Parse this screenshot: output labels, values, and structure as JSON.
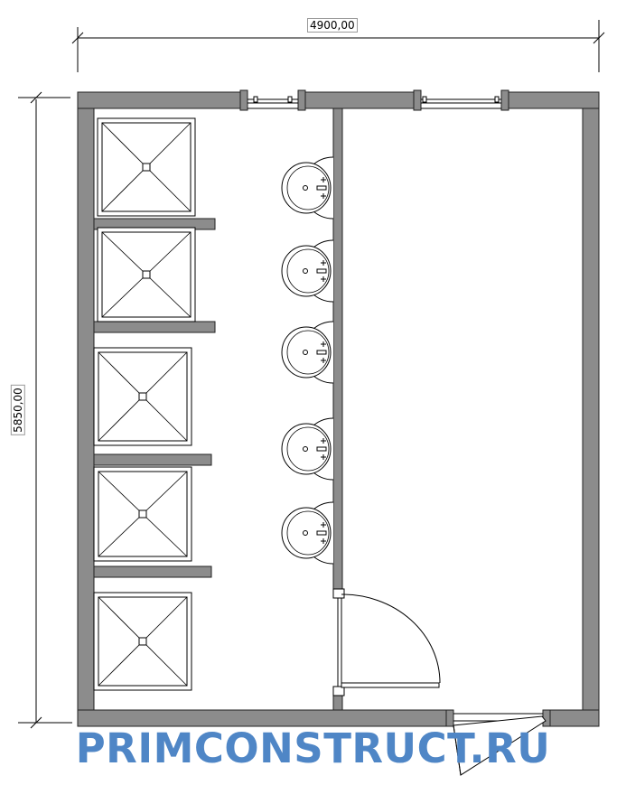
{
  "dimensions": {
    "width_label": "4900,00",
    "height_label": "5850,00"
  },
  "brand": "PRIMCONSTRUCT.RU",
  "colors": {
    "wall": "#8c8c8c",
    "wall_outline": "#222222",
    "brand": "#4f86c6",
    "line": "#000000"
  },
  "fixtures": {
    "shower_trays": 5,
    "washbasins": 5,
    "windows": 2,
    "doors": 2
  }
}
